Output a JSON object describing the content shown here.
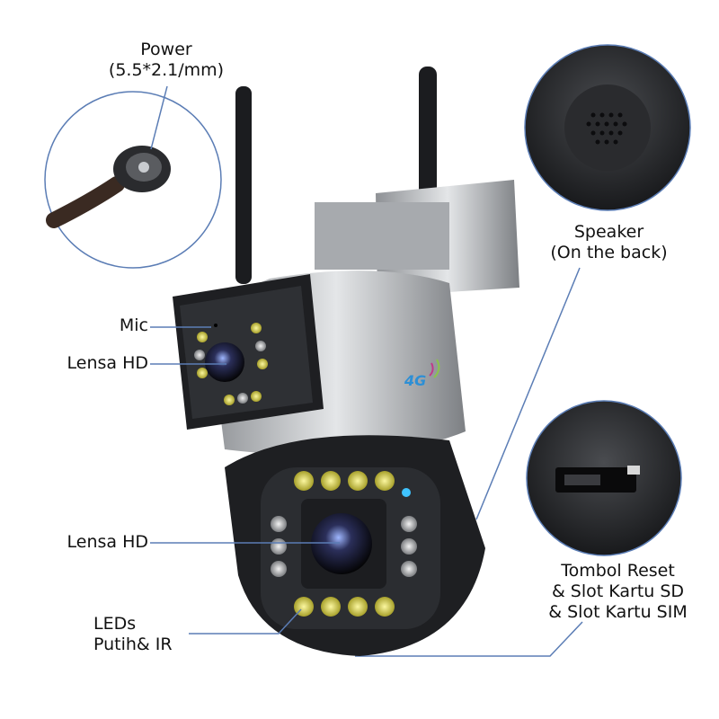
{
  "product": "Dual-lens 4G PTZ security camera",
  "badge_4g": "4G",
  "colors": {
    "callout_line": "#5b7db5",
    "badge_blue": "#2d8fd5",
    "badge_signal": "#c03a8a",
    "led_yellow": "#e8e25a",
    "body_silver": "#b9bcc0",
    "body_black": "#1e1f22"
  },
  "callouts": {
    "power": {
      "line1": "Power",
      "line2": "(5.5*2.1/mm)"
    },
    "speaker": {
      "line1": "Speaker",
      "line2": "(On the back)"
    },
    "mic": {
      "label": "Mic"
    },
    "lens_top": {
      "label": "Lensa HD"
    },
    "lens_bottom": {
      "label": "Lensa HD"
    },
    "leds": {
      "line1": "LEDs",
      "line2": "Putih& IR"
    },
    "reset": {
      "line1": "Tombol Reset",
      "line2": "& Slot Kartu SD",
      "line3": "& Slot Kartu SIM"
    }
  }
}
